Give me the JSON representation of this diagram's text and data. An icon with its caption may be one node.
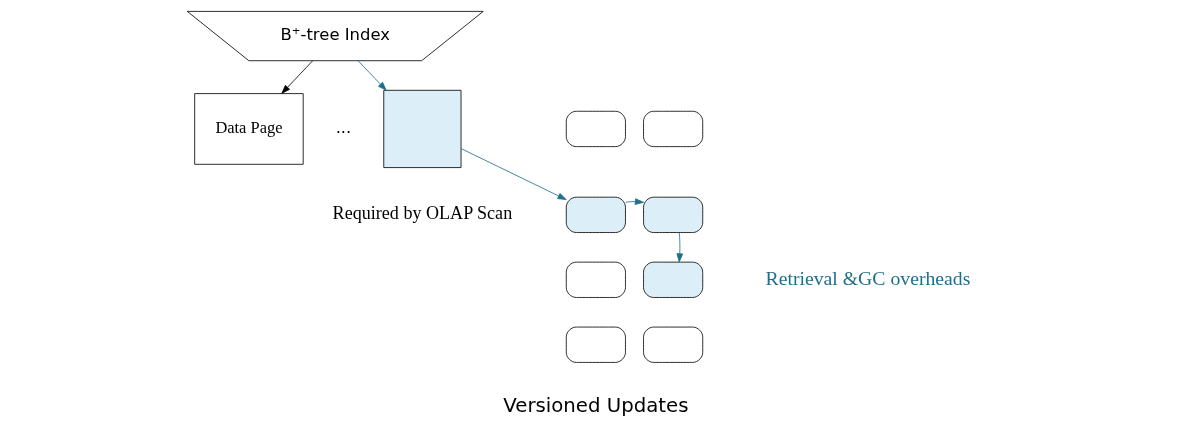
{
  "diagram": {
    "nodes": [
      {
        "text": [
          "B⁺-tree Index"
        ]
      },
      {
        "text": [
          "Data Page"
        ]
      },
      {
        "text": [],
        "shape": "box",
        "beside": [
          "Required by OLAP Scan"
        ]
      },
      {
        "text": [],
        "shape": "box"
      },
      {
        "text": [],
        "shape": "box"
      },
      {
        "text": [],
        "shape": "box"
      },
      {
        "text": [],
        "shape": "box"
      },
      {
        "text": [],
        "shape": "box"
      },
      {
        "text": [],
        "shape": "box"
      },
      {
        "text": [],
        "shape": "box"
      },
      {
        "text": [],
        "shape": "box"
      }
    ],
    "edges": [
      {
        "from": 0,
        "to": 1,
        "arrow": "to",
        "color": "#000000"
      },
      {
        "from": 0,
        "to": 2,
        "arrow": "to"
      },
      {
        "from": 2,
        "to": 5,
        "arrow": "to"
      },
      {
        "from": 5,
        "to": 6,
        "arrow": "to"
      },
      {
        "from": 6,
        "to": 8,
        "arrow": "to"
      }
    ],
    "labels": [
      "...",
      "Versioned Updates",
      "Retrieval &GC overheads"
    ]
  }
}
